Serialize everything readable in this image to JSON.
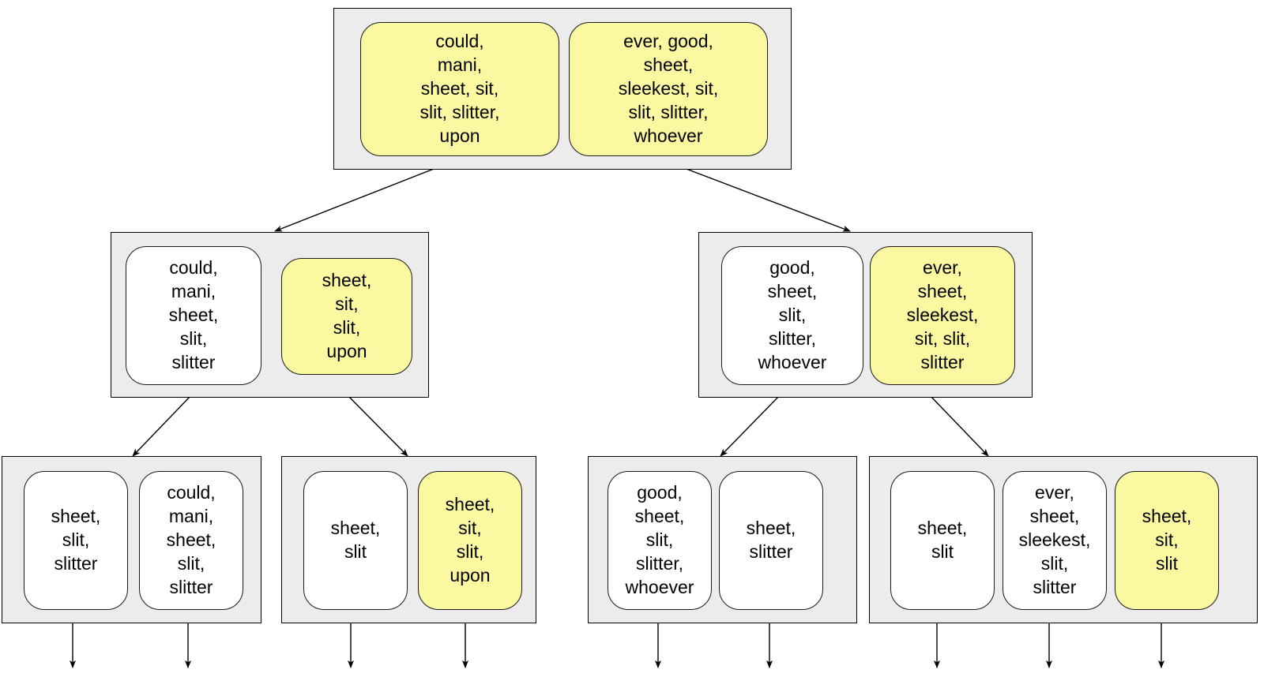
{
  "diagram": {
    "title": "Hierarchical word-cluster tree",
    "colors": {
      "node_highlight": "#faf8a0",
      "node_default": "#ffffff",
      "group_background": "#ececec",
      "stroke": "#000000"
    },
    "levels": [
      {
        "name": "level-0",
        "groups": [
          {
            "name": "root-group",
            "nodes": [
              {
                "name": "node-root-0",
                "highlight": true,
                "text": "could,\nmani,\nsheet, sit,\nslit, slitter,\nupon"
              },
              {
                "name": "node-root-1",
                "highlight": true,
                "text": "ever, good,\nsheet,\nsleekest, sit,\nslit, slitter,\nwhoever"
              }
            ]
          }
        ]
      },
      {
        "name": "level-1",
        "groups": [
          {
            "name": "mid-group-left",
            "nodes": [
              {
                "name": "node-mid-l-0",
                "highlight": false,
                "text": "could,\nmani,\nsheet,\nslit,\nslitter"
              },
              {
                "name": "node-mid-l-1",
                "highlight": true,
                "text": "sheet,\nsit,\nslit,\nupon"
              }
            ]
          },
          {
            "name": "mid-group-right",
            "nodes": [
              {
                "name": "node-mid-r-0",
                "highlight": false,
                "text": "good,\nsheet,\nslit,\nslitter,\nwhoever"
              },
              {
                "name": "node-mid-r-1",
                "highlight": true,
                "text": "ever,\nsheet,\nsleekest,\nsit, slit,\nslitter"
              }
            ]
          }
        ]
      },
      {
        "name": "level-2",
        "groups": [
          {
            "name": "leaf-group-1",
            "nodes": [
              {
                "name": "node-leaf-1-0",
                "highlight": false,
                "text": "sheet,\nslit,\nslitter"
              },
              {
                "name": "node-leaf-1-1",
                "highlight": false,
                "text": "could,\nmani,\nsheet,\nslit,\nslitter"
              }
            ]
          },
          {
            "name": "leaf-group-2",
            "nodes": [
              {
                "name": "node-leaf-2-0",
                "highlight": false,
                "text": "sheet,\nslit"
              },
              {
                "name": "node-leaf-2-1",
                "highlight": true,
                "text": "sheet,\nsit,\nslit,\nupon"
              }
            ]
          },
          {
            "name": "leaf-group-3",
            "nodes": [
              {
                "name": "node-leaf-3-0",
                "highlight": false,
                "text": "good,\nsheet,\nslit,\nslitter,\nwhoever"
              },
              {
                "name": "node-leaf-3-1",
                "highlight": false,
                "text": "sheet,\nslitter"
              }
            ]
          },
          {
            "name": "leaf-group-4",
            "nodes": [
              {
                "name": "node-leaf-4-0",
                "highlight": false,
                "text": "sheet,\nslit"
              },
              {
                "name": "node-leaf-4-1",
                "highlight": false,
                "text": "ever,\nsheet,\nsleekest,\nslit,\nslitter"
              },
              {
                "name": "node-leaf-4-2",
                "highlight": true,
                "text": "sheet,\nsit,\nslit"
              }
            ]
          }
        ]
      }
    ]
  }
}
